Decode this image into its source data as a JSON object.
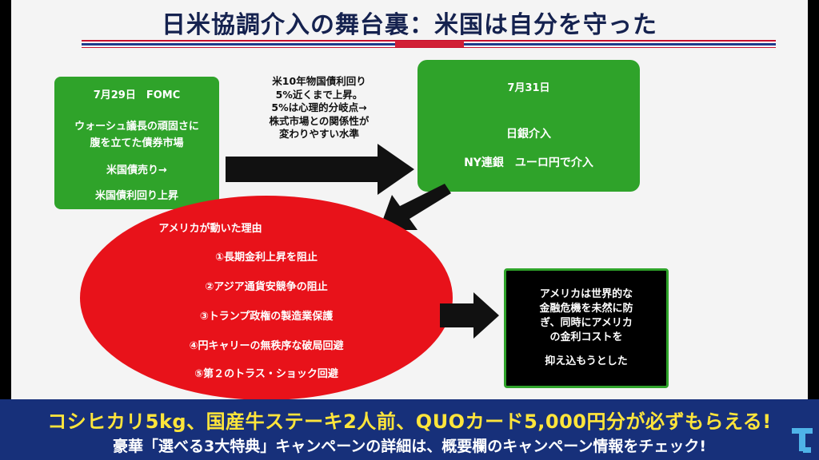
{
  "slide": {
    "title": "日米協調介入の舞台裏：米国は自分を守った"
  },
  "fomc_box": {
    "heading": "7月29日　FOMC",
    "line1": "ウォーシュ議長の頑固さに",
    "line2": "腹を立てた債券市場",
    "line3": "米国債売り→",
    "line4": "米国債利回り上昇"
  },
  "middle_note": {
    "line1": "米10年物国債利回り",
    "line2": "5%近くまで上昇。",
    "line3": "5%は心理的分岐点→",
    "line4": "株式市場との関係性が",
    "line5": "変わりやすい水準"
  },
  "intervention_box": {
    "heading": "7月31日",
    "line1": "日銀介入",
    "line2": "NY連銀　ユーロ円で介入"
  },
  "reasons": {
    "heading": "アメリカが動いた理由",
    "items": [
      "①長期金利上昇を阻止",
      "②アジア通貨安競争の阻止",
      "③トランプ政権の製造業保護",
      "④円キャリーの無秩序な破局回避",
      "⑤第２のトラス・ショック回避"
    ]
  },
  "conclusion": {
    "line1": "アメリカは世界的な",
    "line2": "金融危機を未然に防",
    "line3": "ぎ、同時にアメリカ",
    "line4": "の金利コストを",
    "line5": "抑え込もうとした"
  },
  "banner": {
    "line1": "コシヒカリ5kg、国産牛ステーキ2人前、QUOカード5,000円分が必ずもらえる!",
    "line2": "豪華「選べる3大特典」キャンペーンの詳細は、概要欄のキャンペーン情報をチェック!"
  },
  "colors": {
    "title": "#15224f",
    "green": "#2fa32a",
    "red": "#e8121a",
    "banner_bg": "#17307a",
    "banner_text": "#ffe53b"
  },
  "icons": {
    "channel_logo": "t-logo-icon"
  }
}
